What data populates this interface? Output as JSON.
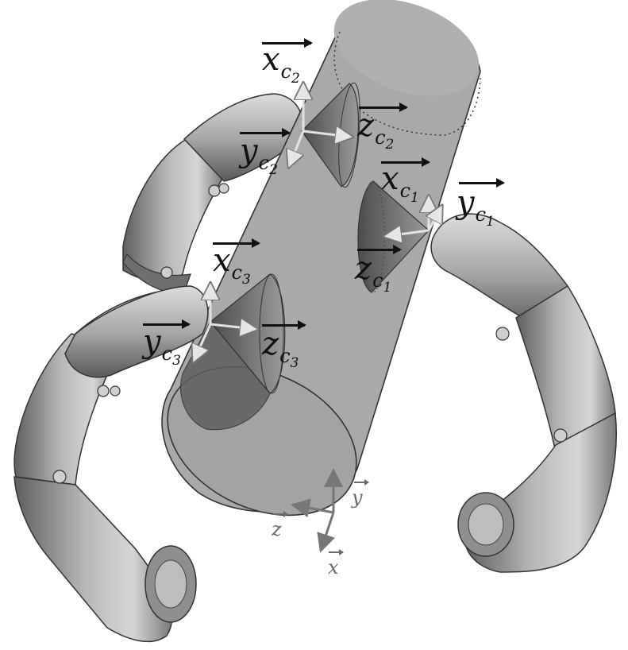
{
  "diagram": {
    "labels": {
      "x_c2": {
        "base": "x",
        "sub": "c",
        "subsub": "2"
      },
      "y_c2": {
        "base": "y",
        "sub": "c",
        "subsub": "2"
      },
      "z_c2": {
        "base": "z",
        "sub": "c",
        "subsub": "2"
      },
      "x_c1": {
        "base": "x",
        "sub": "c",
        "subsub": "1"
      },
      "y_c1": {
        "base": "y",
        "sub": "c",
        "subsub": "1"
      },
      "z_c1": {
        "base": "z",
        "sub": "c",
        "subsub": "1"
      },
      "x_c3": {
        "base": "x",
        "sub": "c",
        "subsub": "3"
      },
      "y_c3": {
        "base": "y",
        "sub": "c",
        "subsub": "3"
      },
      "z_c3": {
        "base": "z",
        "sub": "c",
        "subsub": "3"
      },
      "object_x": "x",
      "object_y": "y",
      "object_z": "z"
    },
    "colors": {
      "background": "#ffffff",
      "object_fill": "#a9a9a9",
      "finger_dark": "#6e6e6e",
      "finger_light": "#d2d2d2",
      "cone_fill": "#707070",
      "frame_arrow": "#cfcfcf",
      "label_text": "#111111",
      "object_frame_text": "#6a6a6a"
    }
  }
}
